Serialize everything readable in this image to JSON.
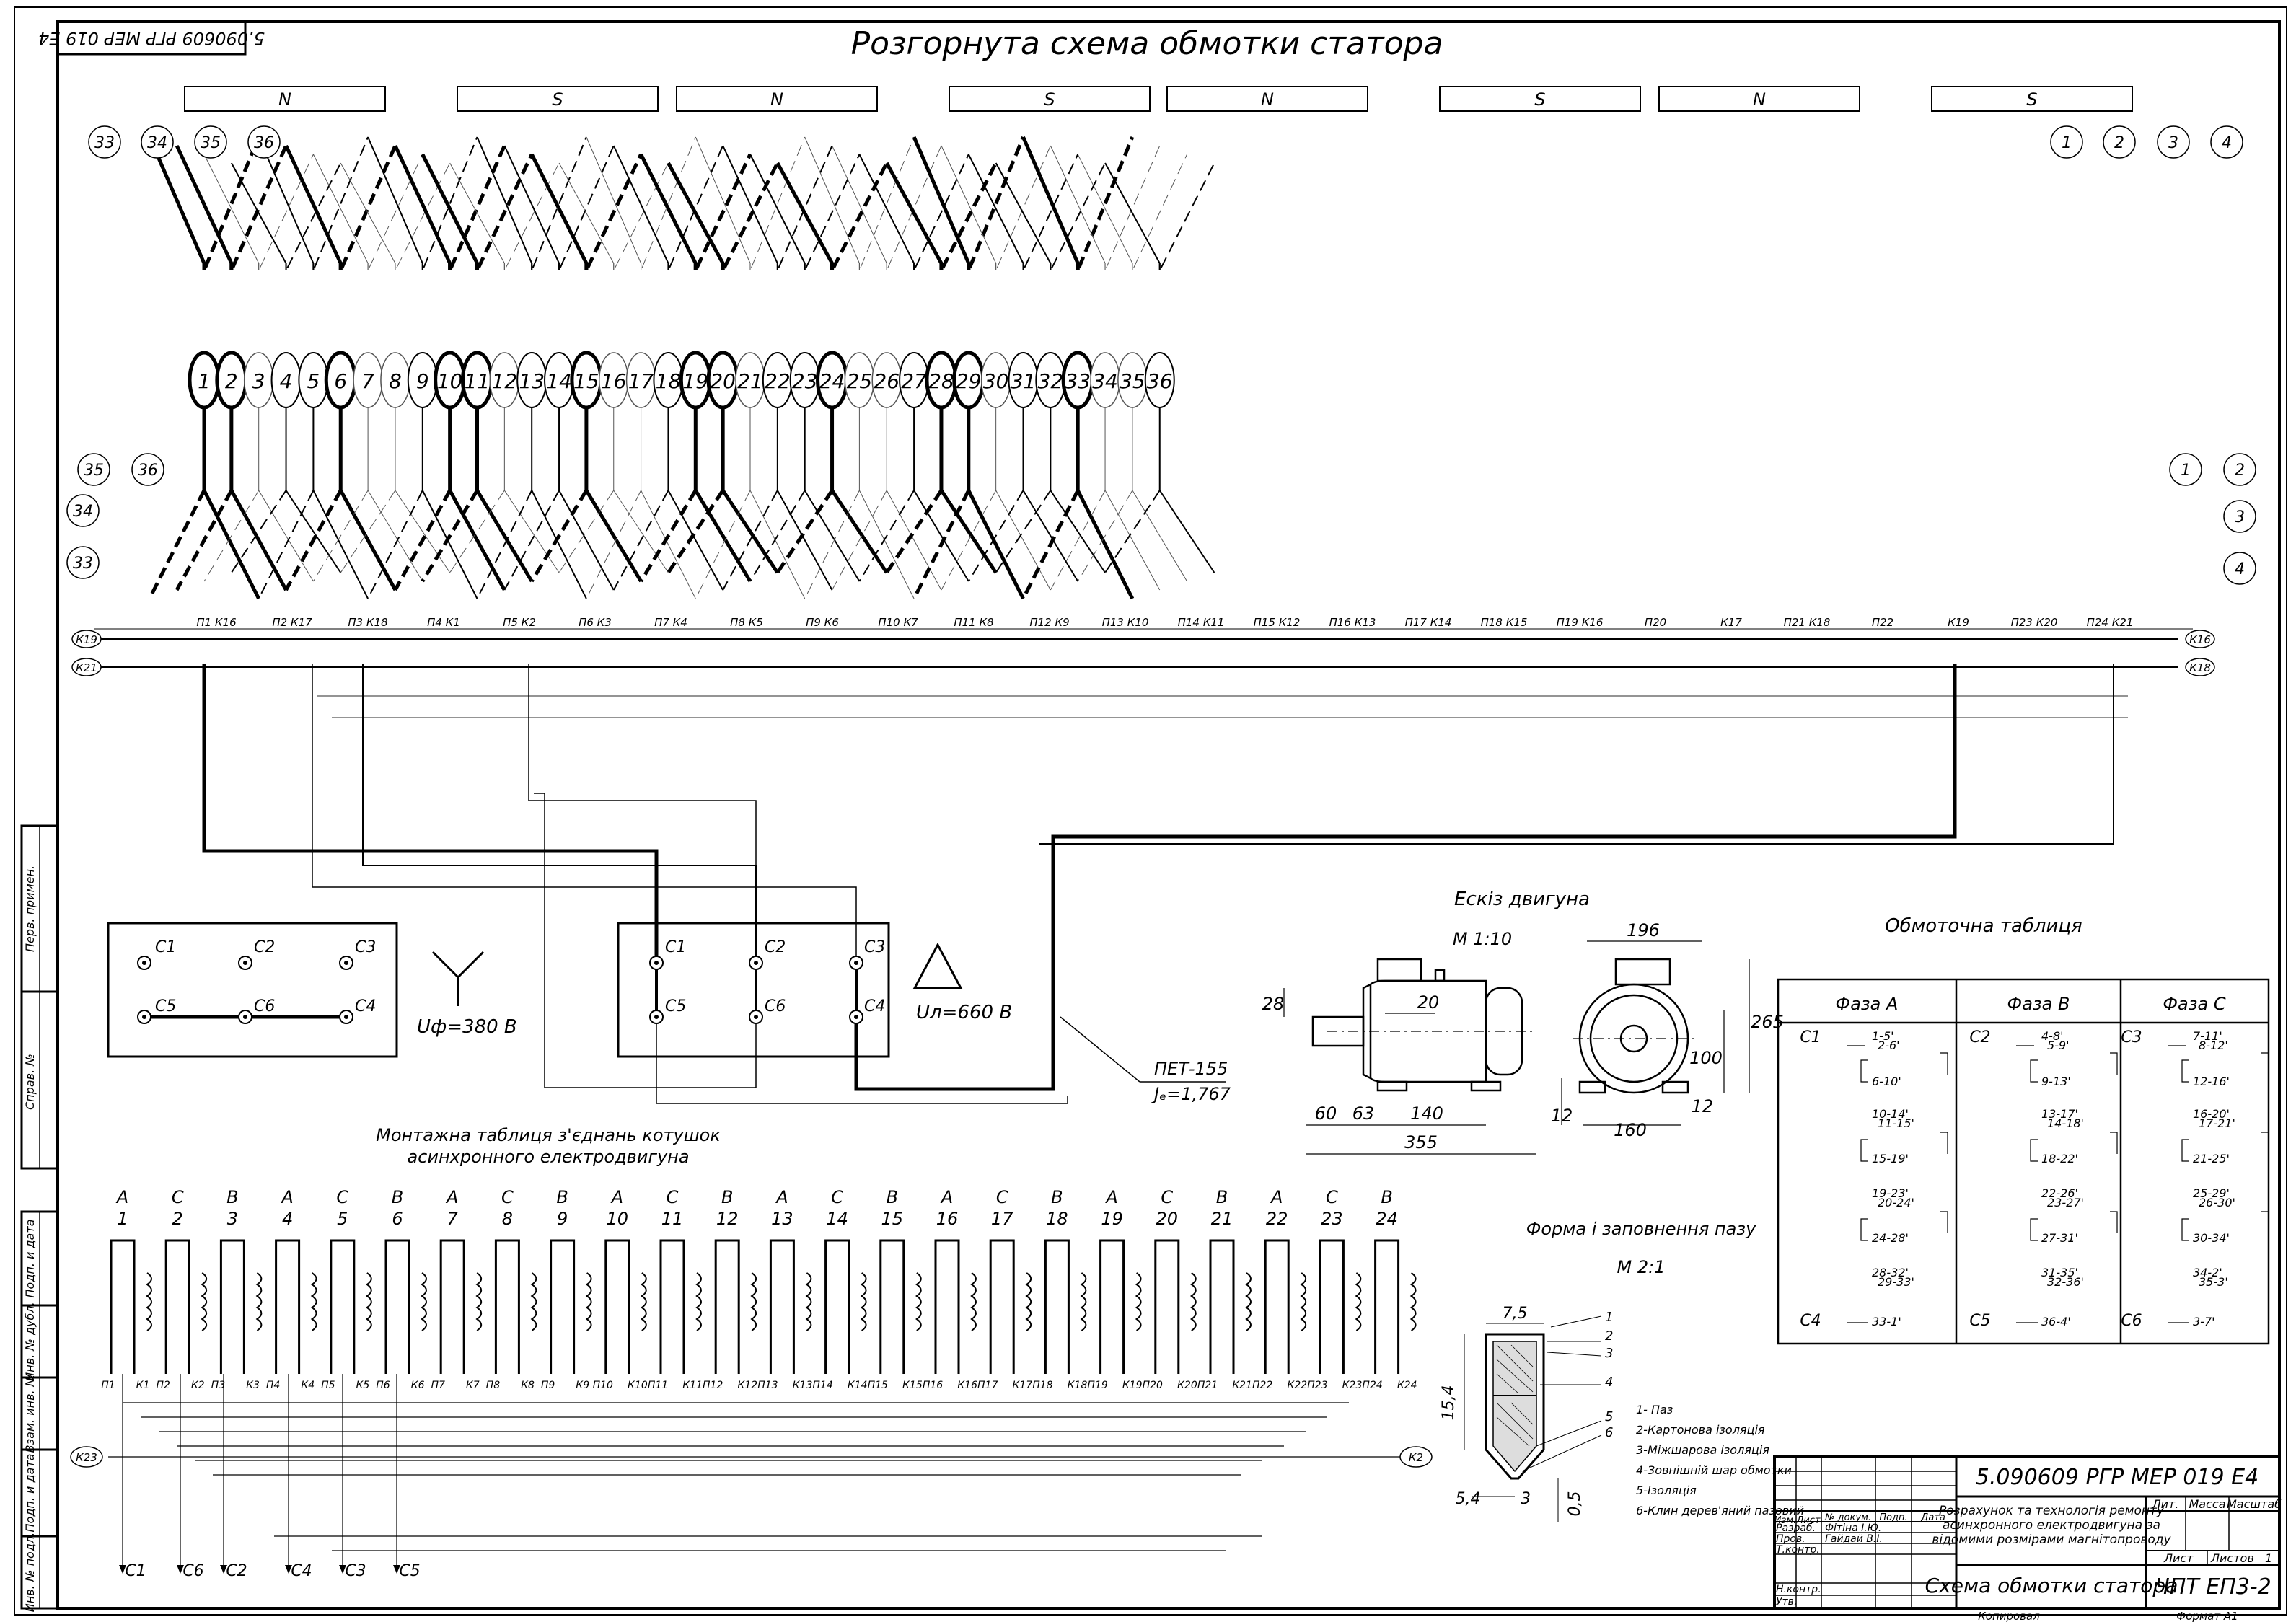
{
  "sheet_title": "Розгорнута схема обмотки статора",
  "rotated_code": "5.090609 РГР МЕР 019 Е4",
  "poles": [
    "N",
    "S",
    "N",
    "S",
    "N",
    "S",
    "N",
    "S"
  ],
  "slots": [
    "1",
    "2",
    "3",
    "4",
    "5",
    "6",
    "7",
    "8",
    "9",
    "10",
    "11",
    "12",
    "13",
    "14",
    "15",
    "16",
    "17",
    "18",
    "19",
    "20",
    "21",
    "22",
    "23",
    "24",
    "25",
    "26",
    "27",
    "28",
    "29",
    "30",
    "31",
    "32",
    "33",
    "34",
    "35",
    "36"
  ],
  "top_left_slot_refs": [
    "33",
    "34",
    "35",
    "36"
  ],
  "top_right_slot_refs": [
    "1",
    "2",
    "3",
    "4"
  ],
  "bottom_left_slot_refs": [
    "35",
    "36",
    "34",
    "33"
  ],
  "bottom_right_slot_refs": [
    "1",
    "2",
    "3",
    "4"
  ],
  "coil_terminals": [
    "П1 К16",
    "П2 К17",
    "П3 К18",
    "П4 К1",
    "П5 К2",
    "П6 К3",
    "П7 К4",
    "П8 К5",
    "П9 К6",
    "П10 К7",
    "П11 К8",
    "П12 К9",
    "П13 К10",
    "П14 К11",
    "П15 К12",
    "П16 К13",
    "П17 К14",
    "П18 К15",
    "П19 К16",
    "П20",
    "К17",
    "П21 К18",
    "П22",
    "К19",
    "П23 К20",
    "П24 К21"
  ],
  "left_bus_labels": [
    "К19",
    "К21"
  ],
  "right_bus_labels": [
    "К16",
    "К18"
  ],
  "star_box": {
    "top": [
      "С1",
      "С2",
      "С3"
    ],
    "bottom": [
      "С5",
      "С6",
      "С4"
    ],
    "label": "Uф=380 В"
  },
  "delta_box": {
    "top": [
      "С1",
      "С2",
      "С3"
    ],
    "bottom": [
      "С5",
      "С6",
      "С4"
    ],
    "label": "Uл=660 В"
  },
  "wire_note": {
    "line1": "ПЕТ-155",
    "line2": "Jₑ=1,767"
  },
  "sketch": {
    "title": "Ескіз двигуна",
    "scale": "М 1:10",
    "dims": [
      "196",
      "28",
      "20",
      "265",
      "100",
      "12",
      "12",
      "160",
      "60",
      "63",
      "140",
      "355"
    ]
  },
  "slot_form": {
    "title": "Форма і заповнення пазу",
    "scale": "М 2:1",
    "dims": [
      "7,5",
      "15,4",
      "5,4",
      "3",
      "0,5"
    ],
    "callouts": [
      "1",
      "2",
      "3",
      "4",
      "5",
      "6"
    ],
    "legend": [
      "1- Паз",
      "2-Картонова ізоляція",
      "3-Міжшарова ізоляція",
      "4-Зовнішній шар обмотки",
      "5-Ізоляція",
      "6-Клин дерев'яний пазовий"
    ]
  },
  "winding_table": {
    "title": "Обмоточна таблиця",
    "headers": [
      "Фаза А",
      "Фаза В",
      "Фаза С"
    ],
    "starts": [
      "С1",
      "С2",
      "С3"
    ],
    "ends": [
      "С4",
      "С5",
      "С6"
    ],
    "col_a": [
      "1-5'",
      "2-6'",
      "6-10'",
      "10-14'",
      "11-15'",
      "15-19'",
      "19-23'",
      "20-24'",
      "24-28'",
      "28-32'",
      "29-33'",
      "33-1'"
    ],
    "col_b": [
      "4-8'",
      "5-9'",
      "9-13'",
      "13-17'",
      "14-18'",
      "18-22'",
      "22-26'",
      "23-27'",
      "27-31'",
      "31-35'",
      "32-36'",
      "36-4'"
    ],
    "col_c": [
      "7-11'",
      "8-12'",
      "12-16'",
      "16-20'",
      "17-21'",
      "21-25'",
      "25-29'",
      "26-30'",
      "30-34'",
      "34-2'",
      "35-3'",
      "3-7'"
    ]
  },
  "mount_table": {
    "title1": "Монтажна таблиця з'єднань котушок",
    "title2": "асинхронного електродвигуна",
    "phases": [
      "A",
      "C",
      "B",
      "A",
      "C",
      "B",
      "A",
      "C",
      "B",
      "A",
      "C",
      "B",
      "A",
      "C",
      "B",
      "A",
      "C",
      "B",
      "A",
      "C",
      "B",
      "A",
      "C",
      "B"
    ],
    "numbers": [
      "1",
      "2",
      "3",
      "4",
      "5",
      "6",
      "7",
      "8",
      "9",
      "10",
      "11",
      "12",
      "13",
      "14",
      "15",
      "16",
      "17",
      "18",
      "19",
      "20",
      "21",
      "22",
      "23",
      "24"
    ],
    "terminals": [
      "П1",
      "К1",
      "П2",
      "К2",
      "П3",
      "К3",
      "П4",
      "К4",
      "П5",
      "К5",
      "П6",
      "К6",
      "П7",
      "К7",
      "П8",
      "К8",
      "П9",
      "К9",
      "П10",
      "К10",
      "П11",
      "К11",
      "П12",
      "К12",
      "П13",
      "К13",
      "П14",
      "К14",
      "П15",
      "К15",
      "П16",
      "К16",
      "П17",
      "К17",
      "П18",
      "К18",
      "П19",
      "К19",
      "П20",
      "К20",
      "П21",
      "К21",
      "П22",
      "К22",
      "П23",
      "К23",
      "П24",
      "К24"
    ],
    "left_tag": "К23",
    "right_tag": "К2",
    "outputs": [
      "С1",
      "С6",
      "С2",
      "С4",
      "С3",
      "С5"
    ]
  },
  "side_labels": [
    "Перв. примен.",
    "Справ. №",
    "Подп. и дата",
    "Инв. № дубл.",
    "Взам. инв. №",
    "Подп. и дата",
    "Инв. № подл."
  ],
  "title_block": {
    "code": "5.090609 РГР МЕР 019 Е4",
    "desc1": "Розрахунок та технологія ремонту",
    "desc2": "асинхронного електродвигуна за",
    "desc3": "відомими розмірами магнітопроводу",
    "name": "Схема обмотки статора",
    "org": "ЧПТ ЕП3-2",
    "cols": [
      "Изм.",
      "Лист",
      "№ докум.",
      "Подп.",
      "Дата"
    ],
    "roles": [
      "Разраб.",
      "Пров.",
      "Т.контр.",
      "Н.контр.",
      "Утв."
    ],
    "names": [
      "Фітіна І.Ю.",
      "Гайдай В.І."
    ],
    "lit": "Лит.",
    "mass": "Масса",
    "scale": "Масштаб",
    "sheet": "Лист",
    "sheets": "Листов",
    "sheets_n": "1",
    "copied": "Копировал",
    "format": "Формат  А1"
  }
}
